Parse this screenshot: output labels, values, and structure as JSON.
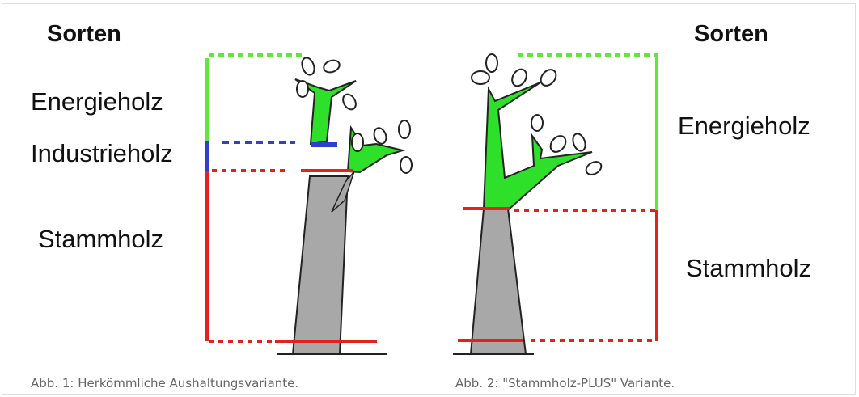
{
  "figure1": {
    "heading": "Sorten",
    "categories": [
      "Energieholz",
      "Industrieholz",
      "Stammholz"
    ],
    "caption": "Abb. 1: Herkömmliche Aushaltungsvariante."
  },
  "figure2": {
    "heading": "Sorten",
    "categories": [
      "Energieholz",
      "Stammholz"
    ],
    "caption": "Abb. 2: \"Stammholz-PLUS\" Variante."
  },
  "colors": {
    "energieholz": "#5fe83a",
    "industrieholz": "#2f3fd0",
    "stammholz": "#e3221b",
    "trunk": "#a8a8a8",
    "crown": "#2fe02a"
  }
}
